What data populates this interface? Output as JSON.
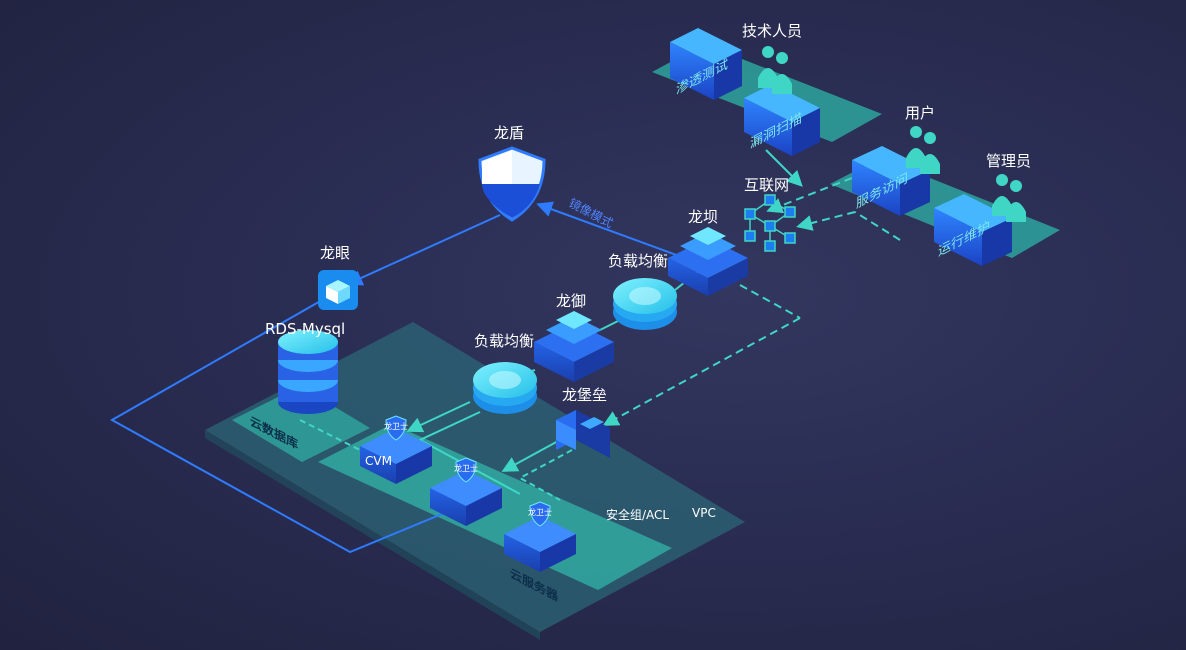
{
  "labels": {
    "tech_staff": "技术人员",
    "user": "用户",
    "admin": "管理员",
    "internet": "互联网",
    "longba": "龙坝",
    "lb_top": "负载均衡",
    "longyu": "龙御",
    "lb_mid": "负载均衡",
    "longbaolei": "龙堡垒",
    "longdun": "龙盾",
    "mirror_mode": "镜像模式",
    "longyan": "龙眼",
    "rds": "RDS-Mysql",
    "cloud_db": "云数据库",
    "cvm": "CVM",
    "secgroup": "安全组/ACL",
    "vpc": "VPC",
    "cloud_server": "云服务器",
    "pentest": "渗透测试",
    "vulnscan": "漏洞扫描",
    "service_access": "服务访问",
    "ops": "运行维护",
    "badge": "龙卫士"
  },
  "colors": {
    "background": "#2a2d52",
    "cyan": "#3fd6c6",
    "blue": "#2f7bff",
    "platform": "#2a8f8e"
  }
}
